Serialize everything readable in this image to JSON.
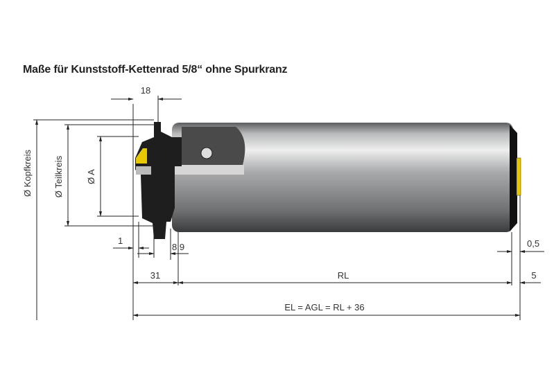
{
  "title": "Maße für Kunststoff-Kettenrad 5/8“ ohne Spurkranz",
  "dimensions": {
    "width_18": "18",
    "kopfkreis": "Ø Kopfkreis",
    "teilkreis": "Ø Teilkreis",
    "diameter_a": "Ø A",
    "offset_1": "1",
    "offset_8_9": "8,9",
    "offset_0_5": "0,5",
    "len_31": "31",
    "len_rl": "RL",
    "len_5": "5",
    "len_el": "EL = AGL = RL + 36"
  },
  "colors": {
    "tube": "#9a9c9e",
    "sprocket": "#1e1e1e",
    "insert": "#e8c800"
  }
}
